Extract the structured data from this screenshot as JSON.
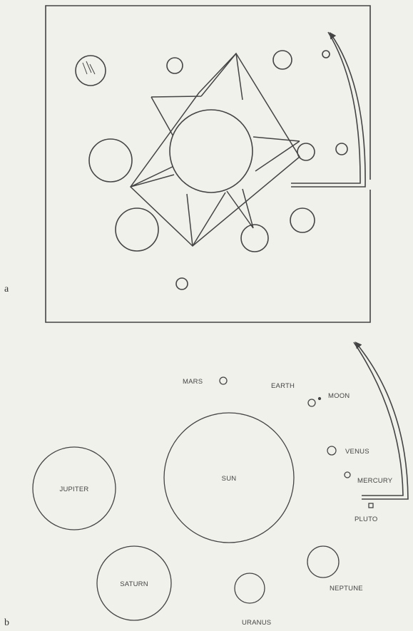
{
  "figure": {
    "panel_a": {
      "letter": "a"
    },
    "panel_b": {
      "letter": "b",
      "labels": {
        "mars": "MARS",
        "earth": "EARTH",
        "moon": "MOON",
        "venus": "VENUS",
        "mercury": "MERCURY",
        "jupiter": "JUPITER",
        "sun": "SUN",
        "pluto": "PLUTO",
        "saturn": "SATURN",
        "neptune": "NEPTUNE",
        "uranus": "URANUS"
      }
    }
  },
  "colors": {
    "background": "#f1f1ec",
    "line": "#444444"
  }
}
